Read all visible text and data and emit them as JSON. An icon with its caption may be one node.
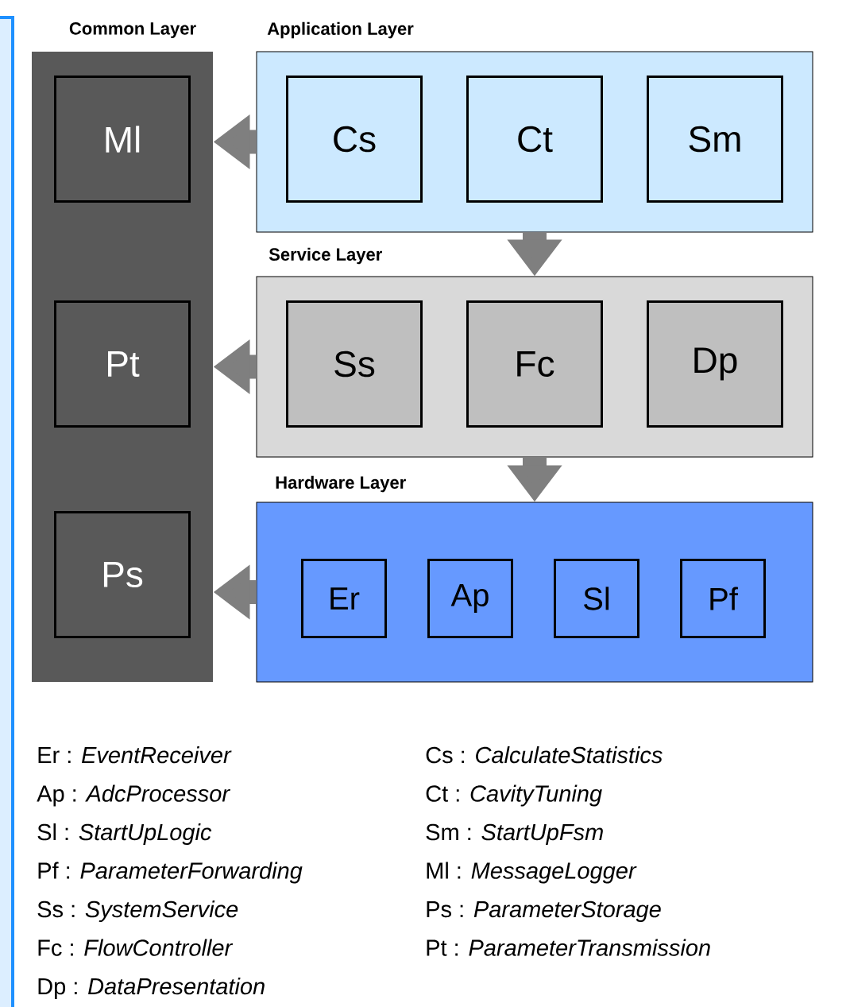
{
  "diagram": {
    "nodes": [
      {
        "text": [
          "Common Layer"
        ]
      },
      {
        "text": [
          "Ml"
        ],
        "in": 0
      },
      {
        "text": [
          "Pt"
        ],
        "in": 0
      },
      {
        "text": [
          "Ps"
        ],
        "in": 0
      },
      {
        "text": [
          "Application Layer"
        ]
      },
      {
        "text": [
          "Cs"
        ],
        "in": 4
      },
      {
        "text": [
          "Ct"
        ],
        "in": 4
      },
      {
        "text": [
          "Sm"
        ],
        "in": 4
      },
      {
        "text": [
          "Service Layer"
        ]
      },
      {
        "text": [
          "Ss"
        ],
        "in": 8
      },
      {
        "text": [
          "Fc"
        ],
        "in": 8
      },
      {
        "text": [
          "Dp"
        ],
        "in": 8
      },
      {
        "text": [
          "Hardware Layer"
        ]
      },
      {
        "text": [
          "Er"
        ],
        "in": 12
      },
      {
        "text": [
          "Ap"
        ],
        "in": 12
      },
      {
        "text": [
          "Sl"
        ],
        "in": 12
      },
      {
        "text": [
          "Pf"
        ],
        "in": 12
      }
    ],
    "edges": [
      {
        "from": 4,
        "to": 0,
        "arrow": "to"
      },
      {
        "from": 8,
        "to": 0,
        "arrow": "to"
      },
      {
        "from": 12,
        "to": 0,
        "arrow": "to"
      },
      {
        "from": 4,
        "to": 8,
        "arrow": "to"
      },
      {
        "from": 8,
        "to": 12,
        "arrow": "to"
      }
    ],
    "labels": [
      "Er : *EventReceiver*",
      "Cs : *CalculateStatistics*",
      "Ap : *AdcProcessor*",
      "Ct : *CavityTuning*",
      "Sl : *StartUpLogic*",
      "Sm : *StartUpFsm*",
      "Pf : *ParameterForwarding*",
      "Ml : *MessageLogger*",
      "Ss : *SystemService*",
      "Ps : *ParameterStorage*",
      "Fc : *FlowController*",
      "Pt : *ParameterTransmission*",
      "Dp : *DataPresentation*"
    ]
  }
}
